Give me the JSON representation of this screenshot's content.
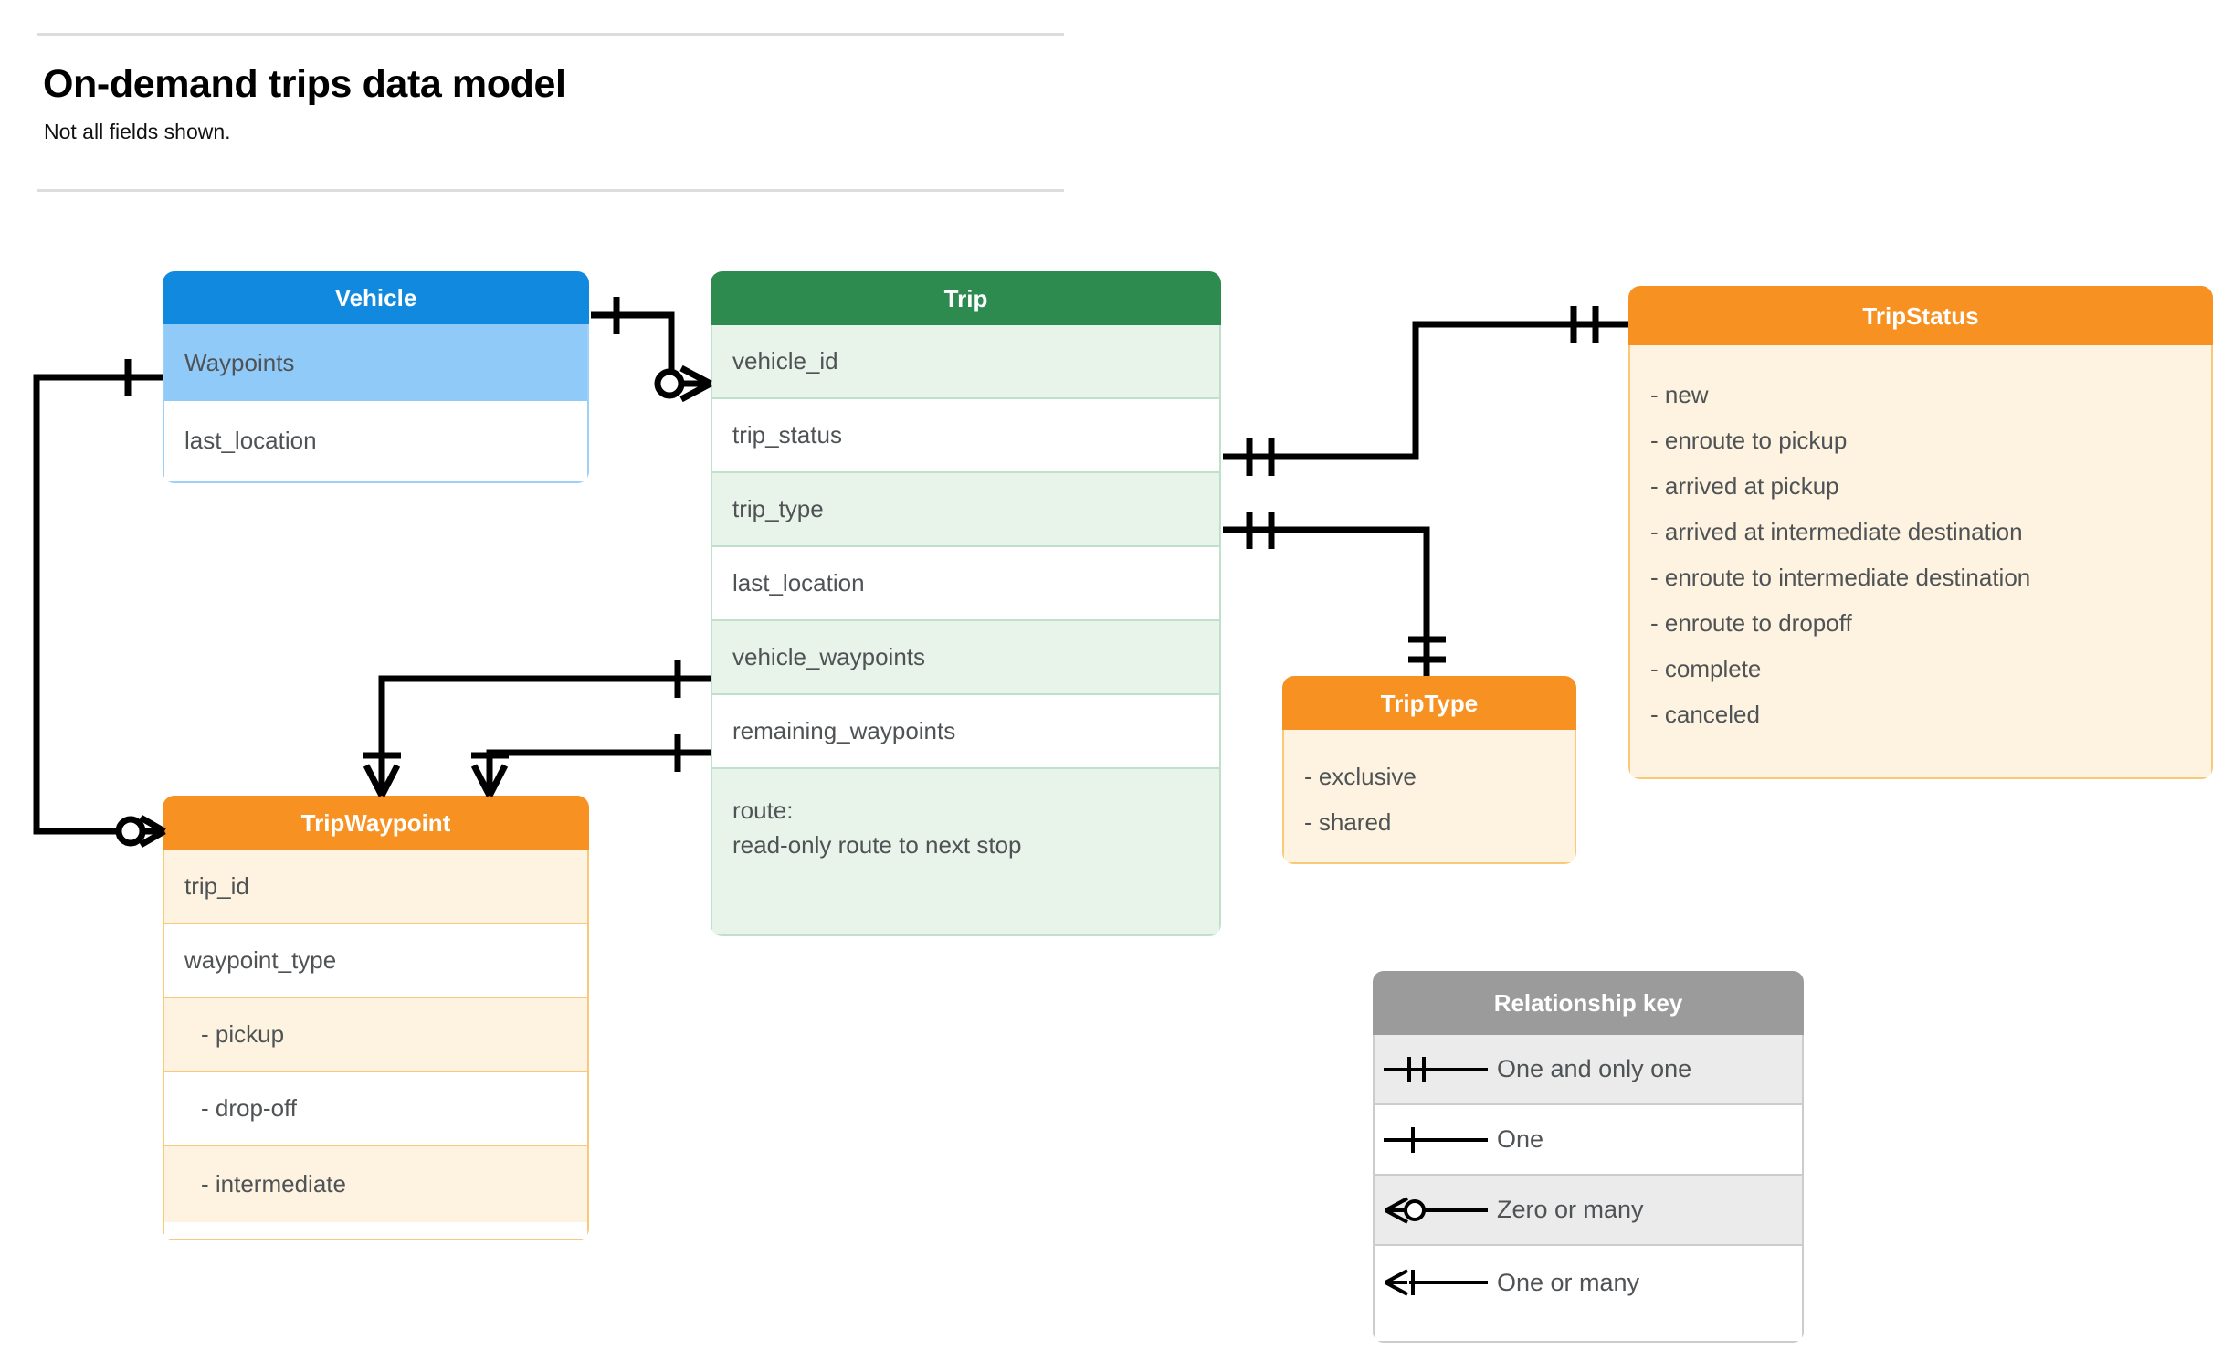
{
  "header": {
    "title": "On-demand trips data model",
    "subtitle": "Not all fields shown."
  },
  "entities": {
    "vehicle": {
      "name": "Vehicle",
      "header_color": "#1089df",
      "rows": [
        {
          "label": "Waypoints"
        },
        {
          "label": "last_location"
        }
      ]
    },
    "trip": {
      "name": "Trip",
      "header_color": "#2e8b50",
      "rows": [
        {
          "label": "vehicle_id"
        },
        {
          "label": "trip_status"
        },
        {
          "label": "trip_type"
        },
        {
          "label": "last_location"
        },
        {
          "label": "vehicle_waypoints"
        },
        {
          "label": "remaining_waypoints"
        },
        {
          "label": "route:",
          "label2": "read-only route to next stop"
        }
      ]
    },
    "trip_status": {
      "name": "TripStatus",
      "header_color": "#f79121",
      "values": [
        "- new",
        "- enroute to pickup",
        "- arrived at pickup",
        "- arrived at intermediate destination",
        "- enroute to intermediate destination",
        "- enroute to dropoff",
        "- complete",
        "- canceled"
      ]
    },
    "trip_type": {
      "name": "TripType",
      "header_color": "#f79121",
      "values": [
        "- exclusive",
        "- shared"
      ]
    },
    "trip_waypoint": {
      "name": "TripWaypoint",
      "header_color": "#f79121",
      "rows": [
        {
          "label": "trip_id"
        },
        {
          "label": "waypoint_type"
        },
        {
          "label": "-  pickup"
        },
        {
          "label": "-  drop-off"
        },
        {
          "label": "-  intermediate"
        }
      ]
    }
  },
  "legend": {
    "title": "Relationship key",
    "rows": [
      {
        "glyph": "one-and-only-one-icon",
        "label": "One and only one"
      },
      {
        "glyph": "one-icon",
        "label": "One"
      },
      {
        "glyph": "zero-or-many-icon",
        "label": "Zero or many"
      },
      {
        "glyph": "one-or-many-icon",
        "label": "One or many"
      }
    ]
  },
  "relationships": [
    {
      "from": "Vehicle",
      "from_cardinality": "one",
      "to": "Trip.vehicle_id",
      "to_cardinality": "zero or many"
    },
    {
      "from": "Vehicle.Waypoints",
      "from_cardinality": "one",
      "to": "TripWaypoint",
      "to_cardinality": "zero or many"
    },
    {
      "from": "Trip.trip_status",
      "from_cardinality": "one and only one",
      "to": "TripStatus",
      "to_cardinality": "one and only one"
    },
    {
      "from": "Trip.trip_type",
      "from_cardinality": "one and only one",
      "to": "TripType",
      "to_cardinality": "one and only one"
    },
    {
      "from": "Trip.vehicle_waypoints",
      "from_cardinality": "one",
      "to": "TripWaypoint",
      "to_cardinality": "one or many"
    },
    {
      "from": "Trip.remaining_waypoints",
      "from_cardinality": "one",
      "to": "TripWaypoint",
      "to_cardinality": "one or many"
    }
  ]
}
